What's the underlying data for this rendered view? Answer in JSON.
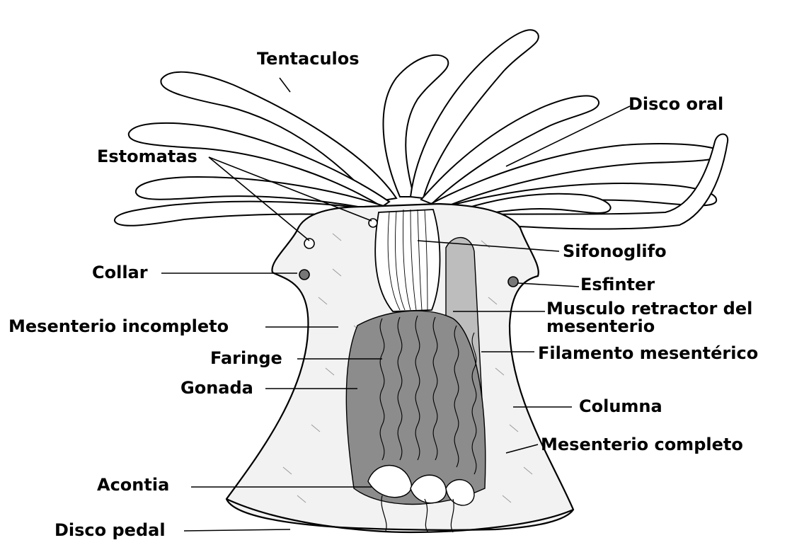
{
  "labels": {
    "tentaculos": "Tentaculos",
    "disco_oral": "Disco oral",
    "estomatas": "Estomatas",
    "sifonoglifo": "Sifonoglifo",
    "collar": "Collar",
    "esfinter": "Esfinter",
    "musculo_retractor_line1": "Musculo retractor del",
    "musculo_retractor_line2": "mesenterio",
    "mesenterio_incompleto": "Mesenterio  incompleto",
    "faringe": "Faringe",
    "filamento_mesenterico": "Filamento mesentérico",
    "gonada": "Gonada",
    "columna": "Columna",
    "mesenterio_completo": "Mesenterio completo",
    "acontia": "Acontia",
    "disco_pedal": "Disco pedal"
  }
}
